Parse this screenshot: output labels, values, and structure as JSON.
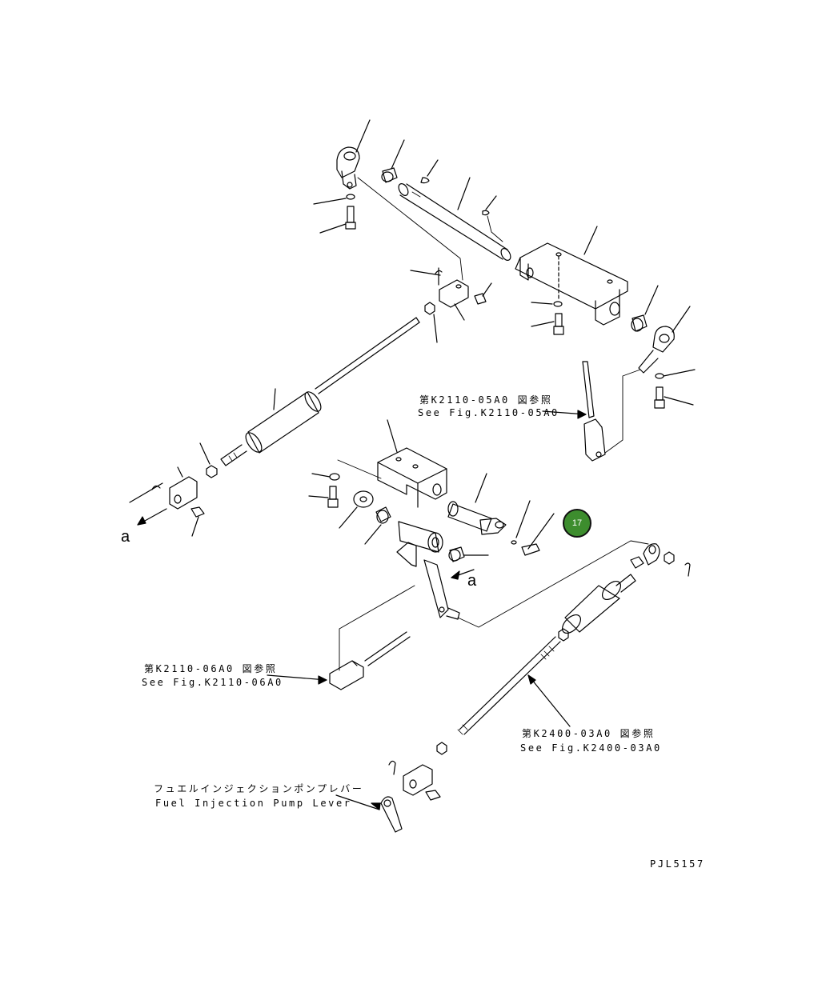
{
  "diagram": {
    "drawing_code": "PJL5157",
    "callouts": [
      {
        "jp": "第K2110-05A0 図参照",
        "en": "See Fig.K2110-05A0"
      },
      {
        "jp": "第K2110-06A0 図参照",
        "en": "See Fig.K2110-06A0"
      },
      {
        "jp": "第K2400-03A0 図参照",
        "en": "See Fig.K2400-03A0"
      },
      {
        "jp": "フュエルインジェクションポンプレバー",
        "en": "Fuel Injection Pump Lever"
      }
    ],
    "view_markers": [
      "a",
      "a"
    ],
    "hotspot": {
      "number": "17",
      "color": "#3d8d2e"
    }
  }
}
